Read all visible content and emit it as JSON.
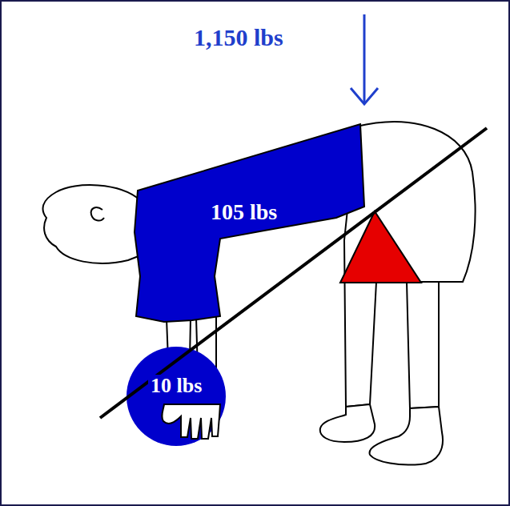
{
  "diagram": {
    "nodes": [
      {
        "text": [
          "105 lbs"
        ]
      },
      {
        "text": [
          "10 lbs"
        ]
      }
    ],
    "labels": [
      "1,150 lbs"
    ]
  }
}
